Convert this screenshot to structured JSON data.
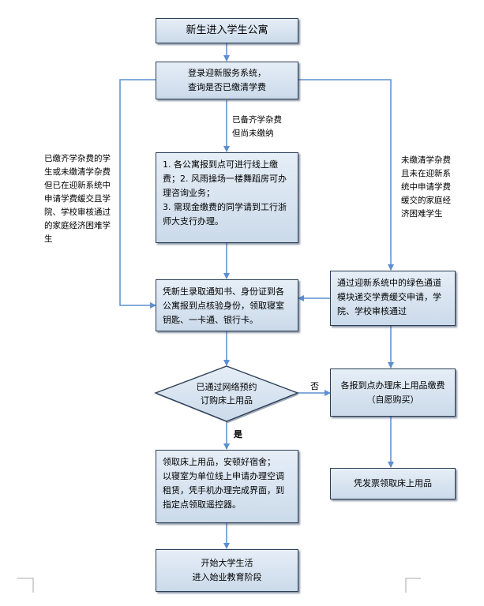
{
  "nodes": {
    "start": "新生进入学生公寓",
    "login": [
      "登录迎新服务系统，",
      "查询是否已缴清学费"
    ],
    "steps": [
      "1. 各公寓报到点可进行线上缴",
      "费；2. 风雨操场一楼舞蹈房可办",
      "理咨询业务；",
      "3. 需现金缴费的同学请到工行浙",
      "师大支行办理。"
    ],
    "checkin": [
      "凭新生录取通知书、身份证到各",
      "公寓报到点核验身份，领取寝室",
      "钥匙、一卡通、银行卡。"
    ],
    "green": [
      "通过迎新系统中的绿色通道",
      "模块递交学费缓交申请，学",
      "院、学校审核通过"
    ],
    "decision": [
      "已通过网络预约",
      "订购床上用品"
    ],
    "buy": [
      "各报到点办理床上用品缴费",
      "（自愿购买）"
    ],
    "collect": [
      "领取床上用品，安顿好宿舍；",
      "以寝室为单位线上申请办理空调",
      "租赁，凭手机办理完成界面，到",
      "指定点领取遥控器。"
    ],
    "ticket": "凭发票领取床上用品",
    "end": [
      "开始大学生活",
      "进入始业教育阶段"
    ]
  },
  "labels": {
    "left": [
      "已缴齐学杂费的学",
      "生或未缴清学杂费",
      "但已在迎新系统中",
      "申请学费缓交且学",
      "院、学校审核通过",
      "的家庭经济困难学",
      "生"
    ],
    "middle": [
      "已备齐学杂费",
      "但尚未缴纳"
    ],
    "right": [
      "未缴清学杂费",
      "且未在迎新系",
      "统中申请学费",
      "缓交的家庭经",
      "济困难学生"
    ],
    "no": "否",
    "yes": "是"
  }
}
